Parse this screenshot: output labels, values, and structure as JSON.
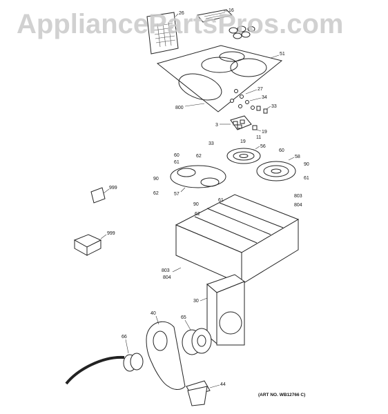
{
  "watermark": "AppliancePartsPros.com",
  "art_number": "(ART NO. WB12766 C)",
  "callouts": [
    "26",
    "16",
    "51",
    "27",
    "34",
    "33",
    "800",
    "3",
    "19",
    "11",
    "19",
    "33",
    "60",
    "56",
    "60",
    "58",
    "62",
    "61",
    "90",
    "62",
    "90",
    "57",
    "61",
    "62",
    "90",
    "61",
    "803",
    "804",
    "999",
    "999",
    "803",
    "804",
    "30",
    "40",
    "65",
    "66",
    "44"
  ]
}
